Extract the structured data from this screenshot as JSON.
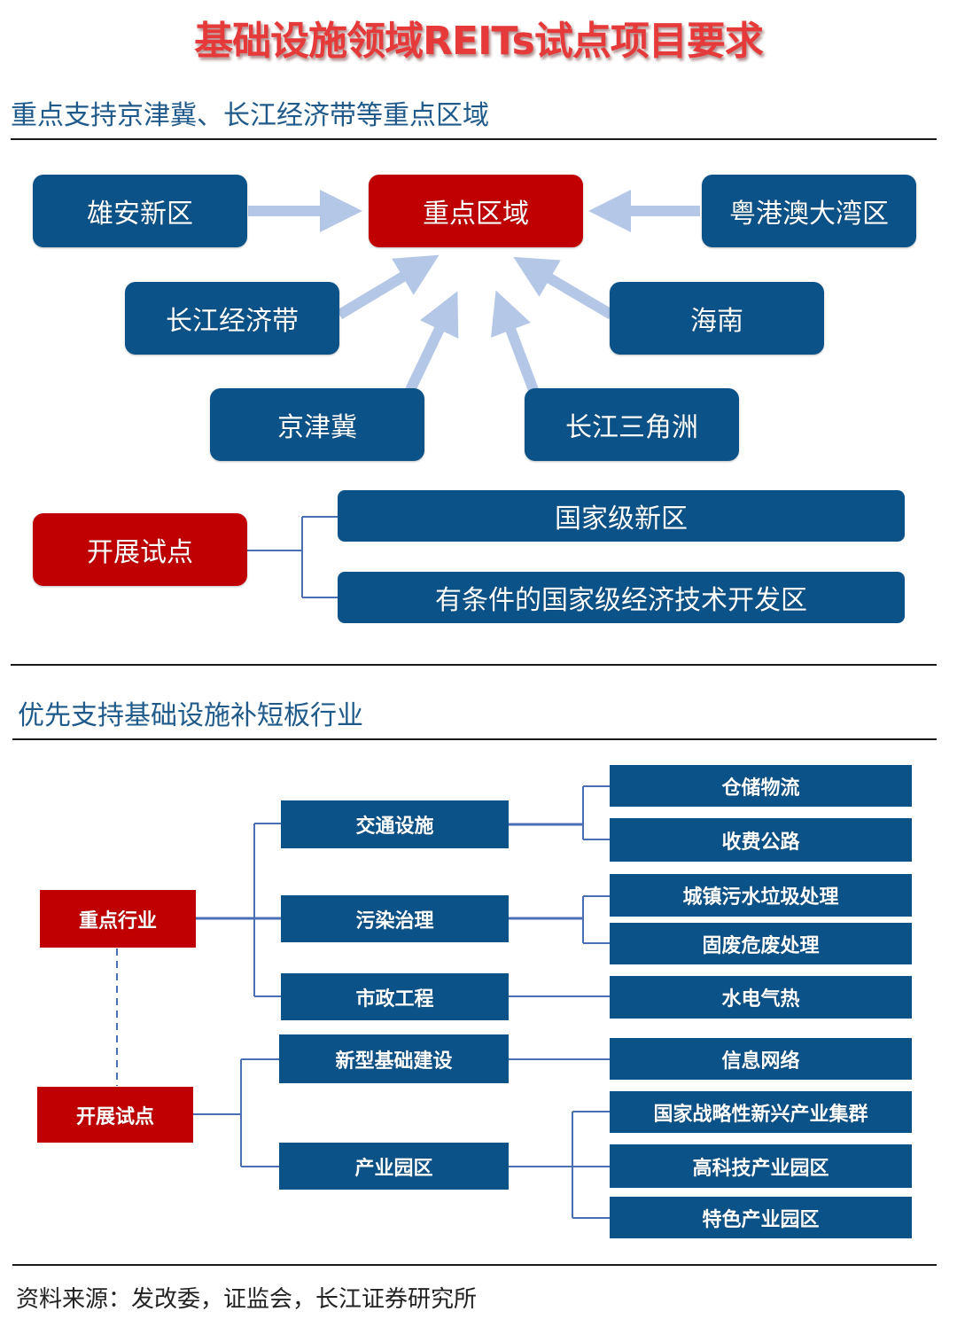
{
  "title": "基础设施领域REITs试点项目要求",
  "section1": {
    "heading": "重点支持京津冀、长江经济带等重点区域",
    "center": "重点区域",
    "regions": {
      "xiongan": "雄安新区",
      "gba": "粤港澳大湾区",
      "yangtze_belt": "长江经济带",
      "hainan": "海南",
      "jjj": "京津冀",
      "yrd": "长江三角洲"
    },
    "pilot": {
      "label": "开展试点",
      "items": [
        "国家级新区",
        "有条件的国家级经济技术开发区"
      ]
    }
  },
  "section2": {
    "heading": "优先支持基础设施补短板行业",
    "key_industry": "重点行业",
    "pilot": "开展试点",
    "categories": {
      "transport": "交通设施",
      "pollution": "污染治理",
      "municipal": "市政工程",
      "new_infra": "新型基础建设",
      "industrial_park": "产业园区"
    },
    "leaves": {
      "warehouse": "仓储物流",
      "toll_road": "收费公路",
      "sewage": "城镇污水垃圾处理",
      "hazwaste": "固废危废处理",
      "utilities": "水电气热",
      "info_network": "信息网络",
      "strategic_cluster": "国家战略性新兴产业集群",
      "hitech_park": "高科技产业园区",
      "special_park": "特色产业园区"
    }
  },
  "source": "资料来源：发改委，证监会，长江证券研究所",
  "colors": {
    "blue": "#0b5288",
    "red": "#c00000",
    "arrow": "#b4c7e7",
    "connector": "#4a6fb5"
  }
}
